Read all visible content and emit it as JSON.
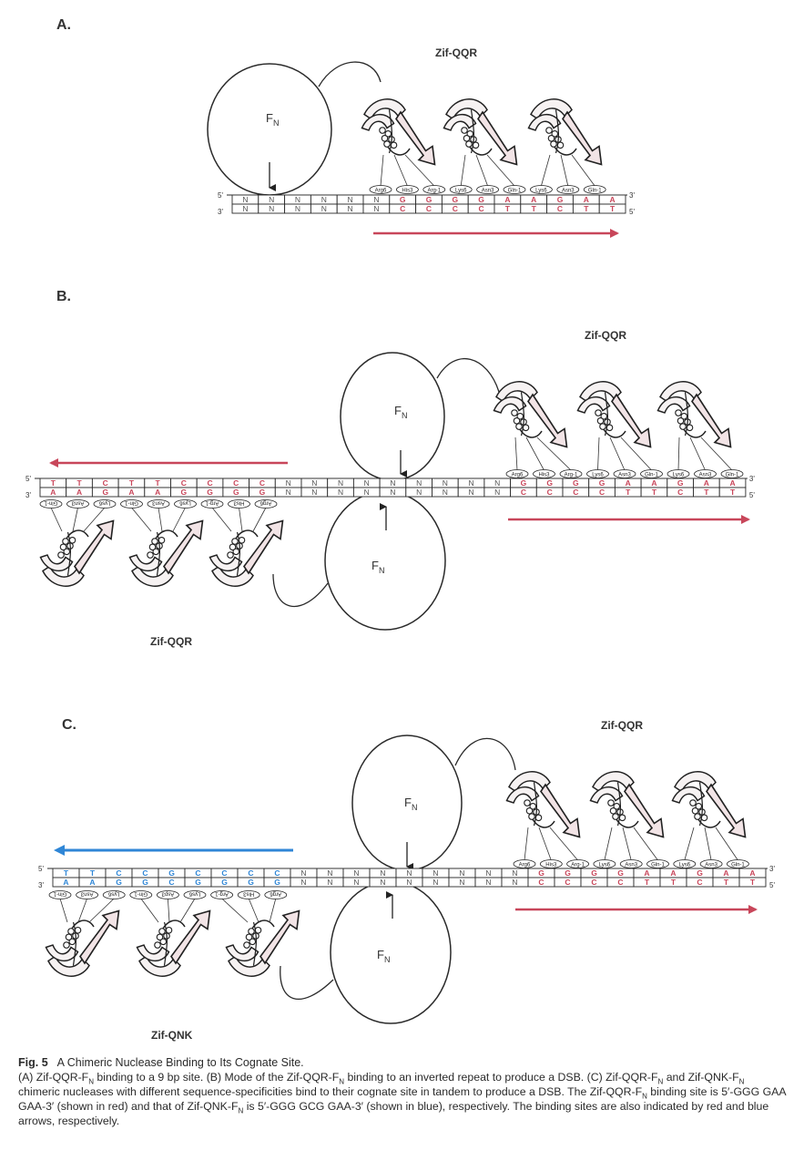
{
  "panels": {
    "A": {
      "label": "A.",
      "protein_label": "Zif-QQR",
      "top_labels": [
        "N",
        "N",
        "N",
        "N",
        "N",
        "N",
        "G",
        "G",
        "G",
        "G",
        "A",
        "A",
        "G",
        "A",
        "A"
      ],
      "bot_labels": [
        "N",
        "N",
        "N",
        "N",
        "N",
        "N",
        "C",
        "C",
        "C",
        "C",
        "T",
        "T",
        "C",
        "T",
        "T"
      ],
      "residues": [
        "Arg6",
        "His3",
        "Arg-1",
        "Lys6",
        "Asn3",
        "Gln-1",
        "Lys6",
        "Asn3",
        "Gln-1"
      ]
    },
    "B": {
      "label": "B.",
      "protein_label_top": "Zif-QQR",
      "protein_label_bottom": "Zif-QQR",
      "top_labels": [
        "T",
        "T",
        "C",
        "T",
        "T",
        "C",
        "C",
        "C",
        "C",
        "N",
        "N",
        "N",
        "N",
        "N",
        "N",
        "N",
        "N",
        "N",
        "G",
        "G",
        "G",
        "G",
        "A",
        "A",
        "G",
        "A",
        "A"
      ],
      "bot_labels": [
        "A",
        "A",
        "G",
        "A",
        "A",
        "G",
        "G",
        "G",
        "G",
        "N",
        "N",
        "N",
        "N",
        "N",
        "N",
        "N",
        "N",
        "N",
        "C",
        "C",
        "C",
        "C",
        "T",
        "T",
        "C",
        "T",
        "T"
      ],
      "residues_top": [
        "Arg6",
        "His3",
        "Arg-1",
        "Lys6",
        "Asn3",
        "Gln-1",
        "Lys6",
        "Asn3",
        "Gln-1"
      ],
      "residues_bottom": [
        "Gln-1",
        "Asn3",
        "Lys6",
        "Gln-1",
        "Asn3",
        "Lys6",
        "Arg-1",
        "His3",
        "Arg6"
      ]
    },
    "C": {
      "label": "C.",
      "protein_label_top": "Zif-QQR",
      "protein_label_bottom": "Zif-QNK",
      "top_labels": [
        "T",
        "T",
        "C",
        "C",
        "G",
        "C",
        "C",
        "C",
        "C",
        "N",
        "N",
        "N",
        "N",
        "N",
        "N",
        "N",
        "N",
        "N",
        "G",
        "G",
        "G",
        "G",
        "A",
        "A",
        "G",
        "A",
        "A"
      ],
      "bot_labels": [
        "A",
        "A",
        "G",
        "G",
        "C",
        "G",
        "G",
        "G",
        "G",
        "N",
        "N",
        "N",
        "N",
        "N",
        "N",
        "N",
        "N",
        "N",
        "C",
        "C",
        "C",
        "C",
        "T",
        "T",
        "C",
        "T",
        "T"
      ],
      "residues_top": [
        "Arg6",
        "His3",
        "Arg-1",
        "Lys6",
        "Asn3",
        "Gln-1",
        "Lys6",
        "Asn3",
        "Gln-1"
      ],
      "residues_bottom": [
        "Gln-1",
        "Asn3",
        "Lys6",
        "Gln-1",
        "Asp3",
        "Lys6",
        "Arg-1",
        "His3",
        "Arg6"
      ]
    }
  },
  "strand_labels": {
    "five": "5'",
    "three": "3'"
  },
  "fn_label": "F",
  "fn_sub": "N",
  "colors": {
    "red": "#c8465a",
    "blue": "#2f86d6",
    "line": "#2a2a2a",
    "grey": "#555555"
  },
  "caption": {
    "fig_label": "Fig. 5",
    "title": "A Chimeric Nuclease Binding to Its Cognate Site.",
    "a_pre": "(A) Zif-QQR-F",
    "a_post": " binding to a 9 bp site. (B) Mode of the Zif-QQR-F",
    "b_post": " binding to an inverted repeat to produce a DSB. (C) Zif-QQR-F",
    "c1": " and Zif-QNK-F",
    "c2": " chimeric nucleases with different sequence-specificities bind to their cognate site in tandem to produce a DSB. The Zif-QQR-F",
    "c3": " binding site is 5′-GGG GAA GAA-3′ (shown in red) and that of Zif-QNK-F",
    "c4": " is 5′-GGG GCG GAA-3′ (shown in blue), respectively. The binding sites are also indicated by red and blue arrows, respectively.",
    "sub": "N"
  }
}
